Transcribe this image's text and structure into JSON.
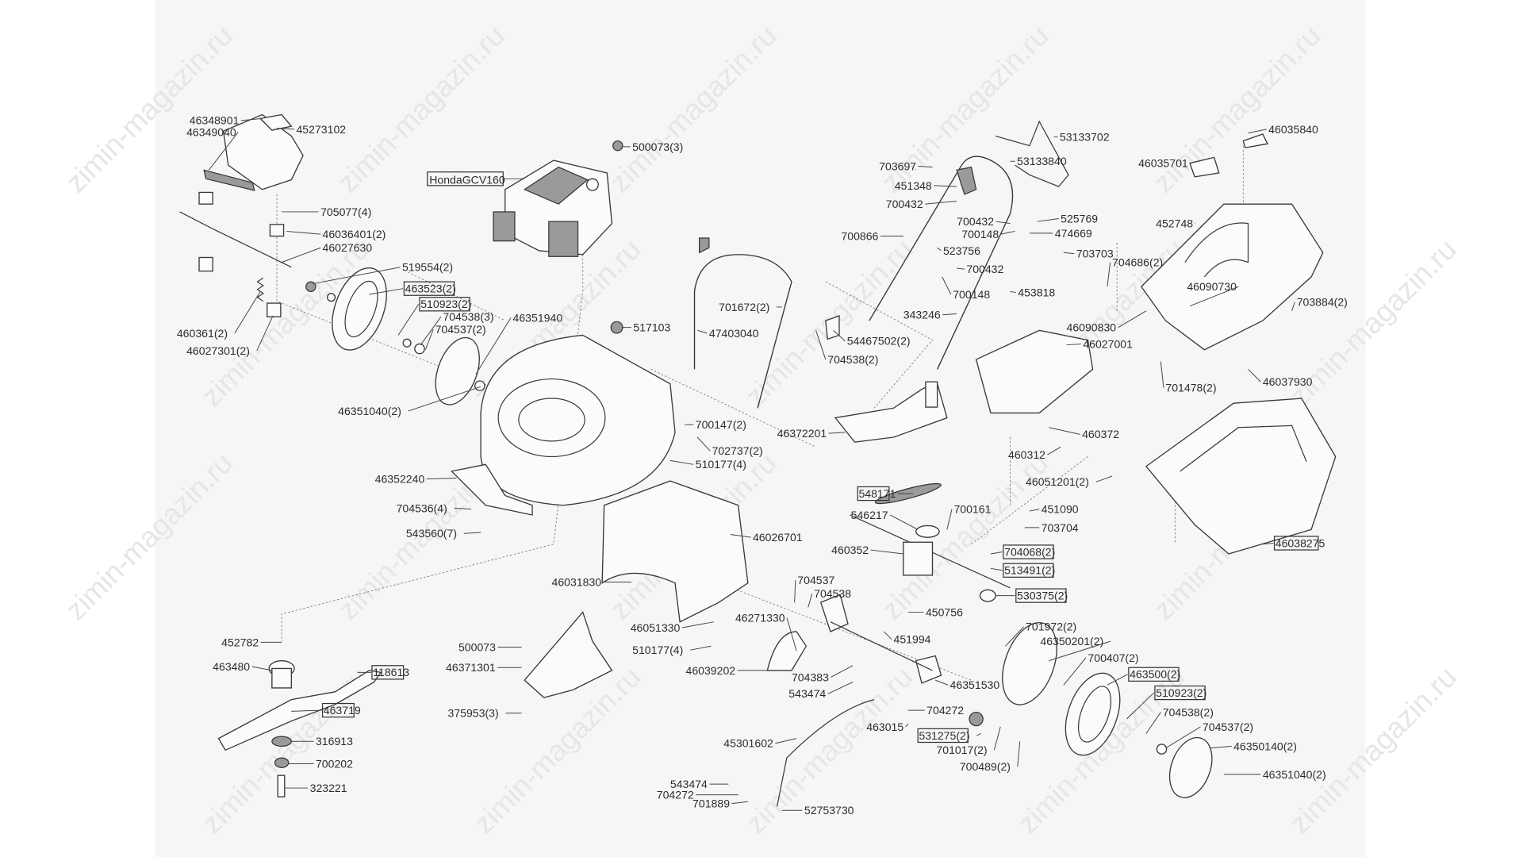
{
  "diagram": {
    "watermark": "zimin-magazin.ru",
    "engine_label": "HondaGCV160",
    "labels": [
      "46348901",
      "46349040",
      "45273102",
      "500073(3)",
      "705077(4)",
      "46036401(2)",
      "46027630",
      "519554(2)",
      "463523(2)",
      "510923(2)",
      "704538(3)",
      "704537(2)",
      "46351940",
      "460361(2)",
      "46027301(2)",
      "46351040(2)",
      "517103",
      "47403040",
      "701672(2)",
      "54467502(2)",
      "704538(2)",
      "46372201",
      "700147(2)",
      "702737(2)",
      "510177(4)",
      "46352240",
      "704536(4)",
      "543560(7)",
      "46026701",
      "46031830",
      "46051330",
      "510177(4)",
      "46039202",
      "46271330",
      "704537",
      "704538",
      "704383",
      "543474",
      "452782",
      "463480",
      "118613",
      "463719",
      "316913",
      "700202",
      "323221",
      "500073",
      "46371301",
      "375953(3)",
      "45301602",
      "543474",
      "704272",
      "701889",
      "52753730",
      "463015",
      "704272",
      "531275(2)",
      "701017(2)",
      "700489(2)",
      "46351530",
      "451994",
      "450756",
      "460352",
      "546217",
      "548171",
      "700161",
      "451090",
      "703704",
      "704068(2)",
      "513491(2)",
      "530375(2)",
      "701972(2)",
      "46350201(2)",
      "700407(2)",
      "463500(2)",
      "510923(2)",
      "704538(2)",
      "704537(2)",
      "46350140(2)",
      "46351040(2)",
      "46038275",
      "460312",
      "460372",
      "46051201(2)",
      "46027001",
      "343246",
      "453818",
      "700148",
      "700432",
      "523756",
      "703703",
      "700432",
      "700148",
      "525769",
      "474669",
      "700866",
      "703697",
      "451348",
      "700432",
      "53133702",
      "53133840",
      "46035840",
      "46035701",
      "452748",
      "704686(2)",
      "46090730",
      "703884(2)",
      "46090830",
      "701478(2)",
      "46037930"
    ]
  }
}
